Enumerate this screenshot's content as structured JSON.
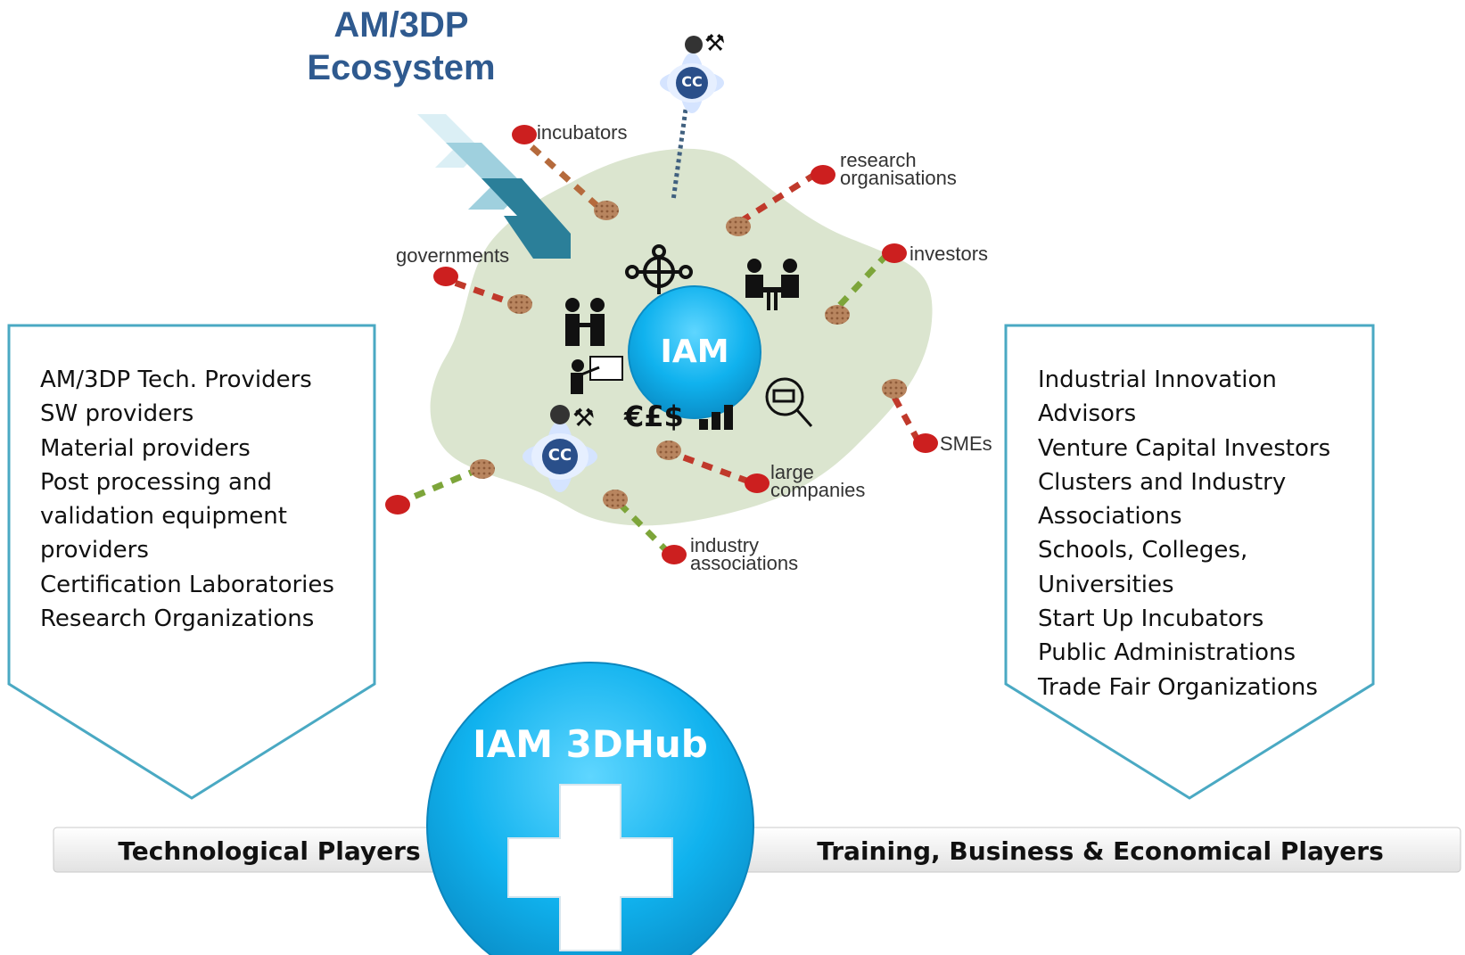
{
  "ecosystem": {
    "title_line1": "AM/3DP",
    "title_line2": "Ecosystem",
    "center_label": "IAM",
    "nodes": {
      "incubators": "incubators",
      "research1": "research",
      "research2": "organisations",
      "investors": "investors",
      "governments": "governments",
      "smes": "SMEs",
      "large1": "large",
      "large2": "companies",
      "industry1": "industry",
      "industry2": "associations"
    },
    "cc_label": "CC",
    "currency_label": "€£$"
  },
  "left_panel": {
    "items": [
      "AM/3DP Tech. Providers",
      "SW providers",
      "Material providers",
      "Post processing  and",
      "validation equipment",
      "providers",
      "Certification Laboratories",
      "Research Organizations"
    ]
  },
  "right_panel": {
    "items": [
      "Industrial Innovation",
      "Advisors",
      "Venture Capital Investors",
      "Clusters and Industry",
      "Associations",
      "Schools, Colleges,",
      "Universities",
      "Start Up Incubators",
      "Public Administrations",
      "Trade Fair Organizations"
    ]
  },
  "hub": {
    "title": "IAM 3DHub",
    "left_bar": "Technological Players",
    "right_bar": "Training, Business & Economical Players"
  },
  "colors": {
    "accent_blue": "#16b4ee",
    "panel_border": "#4aa9c3",
    "title_blue": "#2f5a8f",
    "blob": "#dfe8d3",
    "node_red": "#cc1f1f"
  }
}
